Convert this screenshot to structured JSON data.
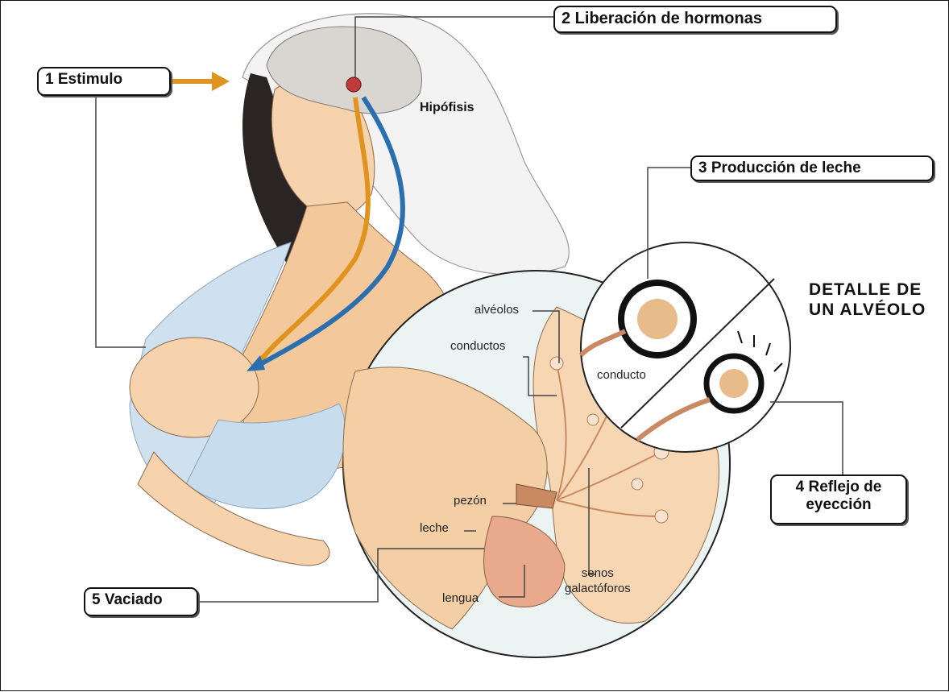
{
  "steps": {
    "s1": "1 Estimulo",
    "s2": "2 Liberación de hormonas",
    "s3": "3 Producción de leche",
    "s4_line1": "4 Reflejo de",
    "s4_line2": "eyección",
    "s5": "5 Vaciado"
  },
  "labels": {
    "hipofisis": "Hipófisis",
    "detalle_line1": "DETALLE DE",
    "detalle_line2": "UN ALVÉOLO",
    "alveolos": "alvéolos",
    "conductos": "conductos",
    "conducto": "conducto",
    "pezon": "pezón",
    "leche": "leche",
    "lengua": "lengua",
    "senos_line1": "senos",
    "senos_line2": "galactóforos"
  },
  "colors": {
    "orange_arrow": "#e0931f",
    "blue_arrow": "#2a6fb0",
    "skin": "#f6d3ad",
    "hair": "#2a2424",
    "blanket": "#cfe0ee"
  }
}
